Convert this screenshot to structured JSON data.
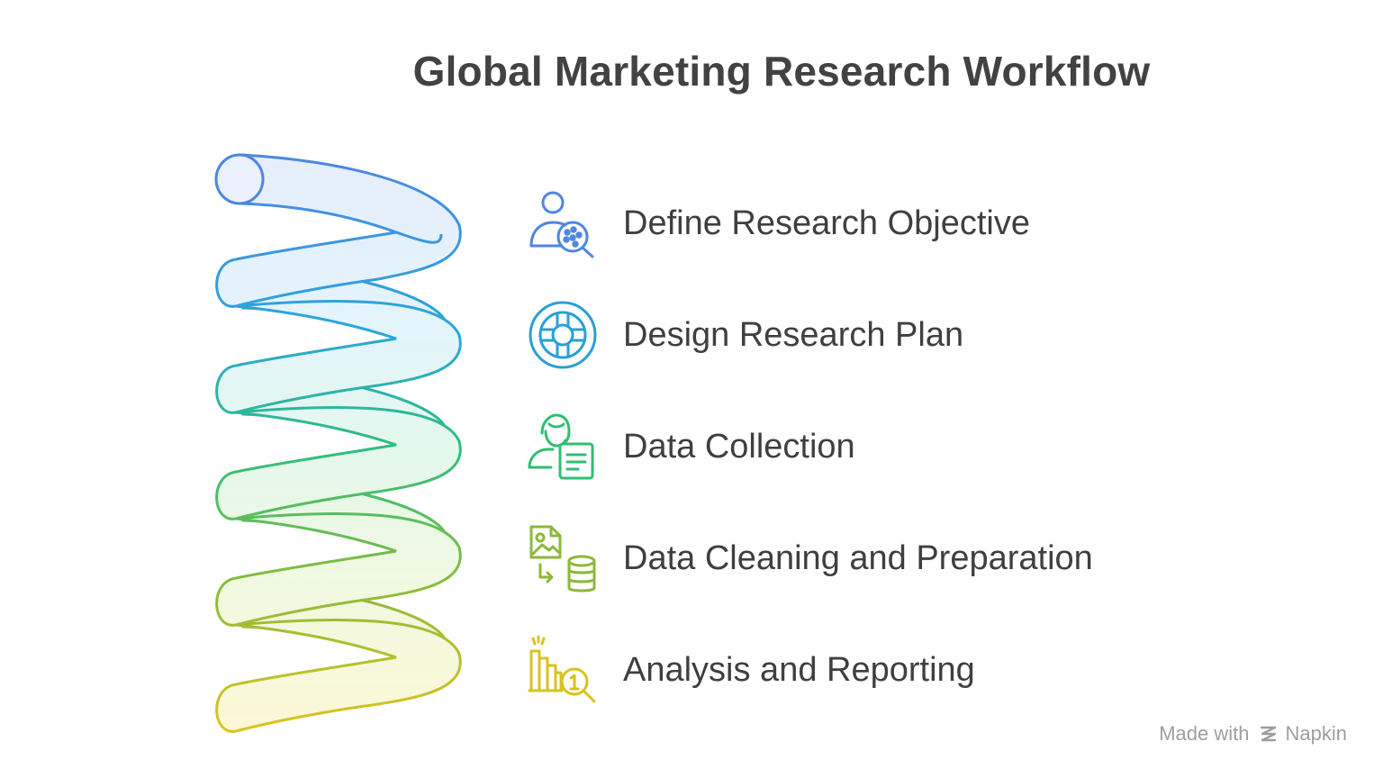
{
  "title": "Global Marketing Research Workflow",
  "steps": [
    {
      "label": "Define Research Objective",
      "icon": "person-search-icon",
      "color": "#4f86e0"
    },
    {
      "label": "Design Research Plan",
      "icon": "target-plan-icon",
      "color": "#2a9fd6"
    },
    {
      "label": "Data Collection",
      "icon": "person-document-icon",
      "color": "#2fbf6f"
    },
    {
      "label": "Data Cleaning and Preparation",
      "icon": "image-database-icon",
      "color": "#8db83a"
    },
    {
      "label": "Analysis and Reporting",
      "icon": "chart-search-icon",
      "color": "#d9c21e"
    }
  ],
  "footer": {
    "made_with": "Made with",
    "brand": "Napkin"
  }
}
